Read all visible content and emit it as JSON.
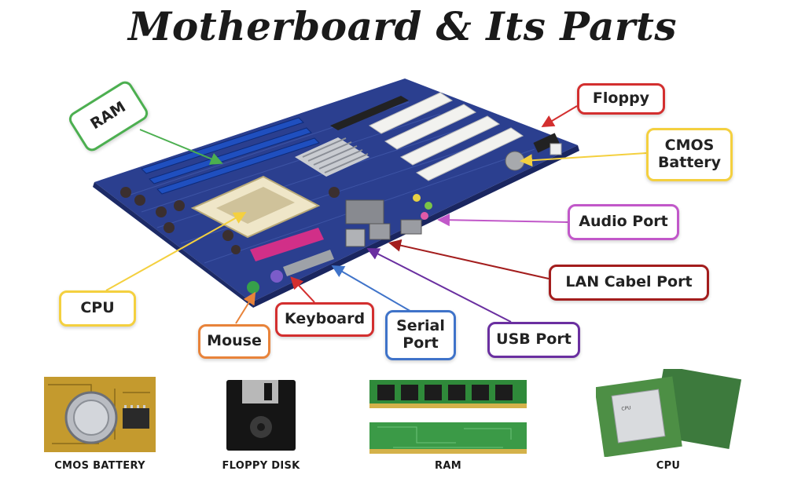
{
  "title": "Motherboard & Its Parts",
  "labels": {
    "ram": "RAM",
    "floppy": "Floppy",
    "cmos_battery": "CMOS\nBattery",
    "audio_port": "Audio Port",
    "lan_port": "LAN Cabel Port",
    "cpu": "CPU",
    "keyboard": "Keyboard",
    "serial_port": "Serial\nPort",
    "usb_port": "USB Port",
    "mouse": "Mouse"
  },
  "label_colors": {
    "ram": "#4caf50",
    "floppy": "#d32f2f",
    "cmos_battery": "#f4d03f",
    "audio_port": "#c158c9",
    "lan_port": "#a31d1d",
    "cpu": "#f4d03f",
    "keyboard": "#d32f2f",
    "serial_port": "#3f73c9",
    "usb_port": "#6a2fa0",
    "mouse": "#e8833a"
  },
  "captions": {
    "cmos_battery": "CMOS BATTERY",
    "floppy_disk": "FLOPPY DISK",
    "ram": "RAM",
    "cpu": "CPU"
  }
}
